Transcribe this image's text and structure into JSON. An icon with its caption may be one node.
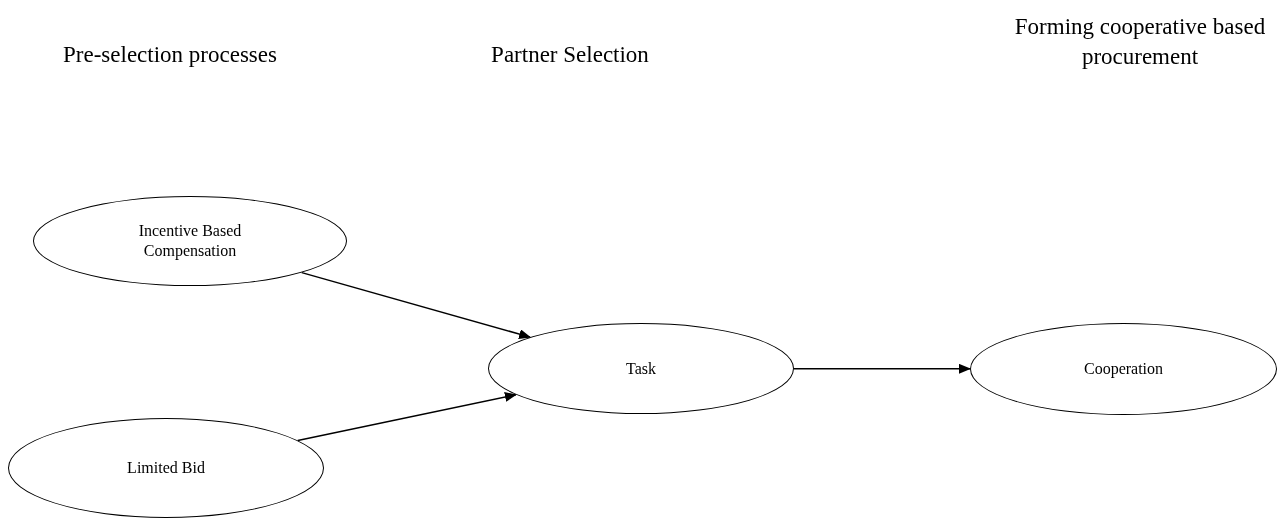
{
  "diagram": {
    "nodes": [
      {
        "text": [
          "Incentive Based Compensation"
        ]
      },
      {
        "text": [
          "Limited Bid"
        ]
      },
      {
        "text": [
          "Task"
        ]
      },
      {
        "text": [
          "Cooperation"
        ]
      }
    ],
    "edges": [
      {
        "from": 0,
        "to": 2,
        "arrow": "to"
      },
      {
        "from": 1,
        "to": 2,
        "arrow": "to"
      },
      {
        "from": 2,
        "to": 3,
        "arrow": "to"
      }
    ],
    "labels": [
      "Pre-selection processes",
      "Partner Selection",
      "Forming cooperative based procurement"
    ]
  }
}
